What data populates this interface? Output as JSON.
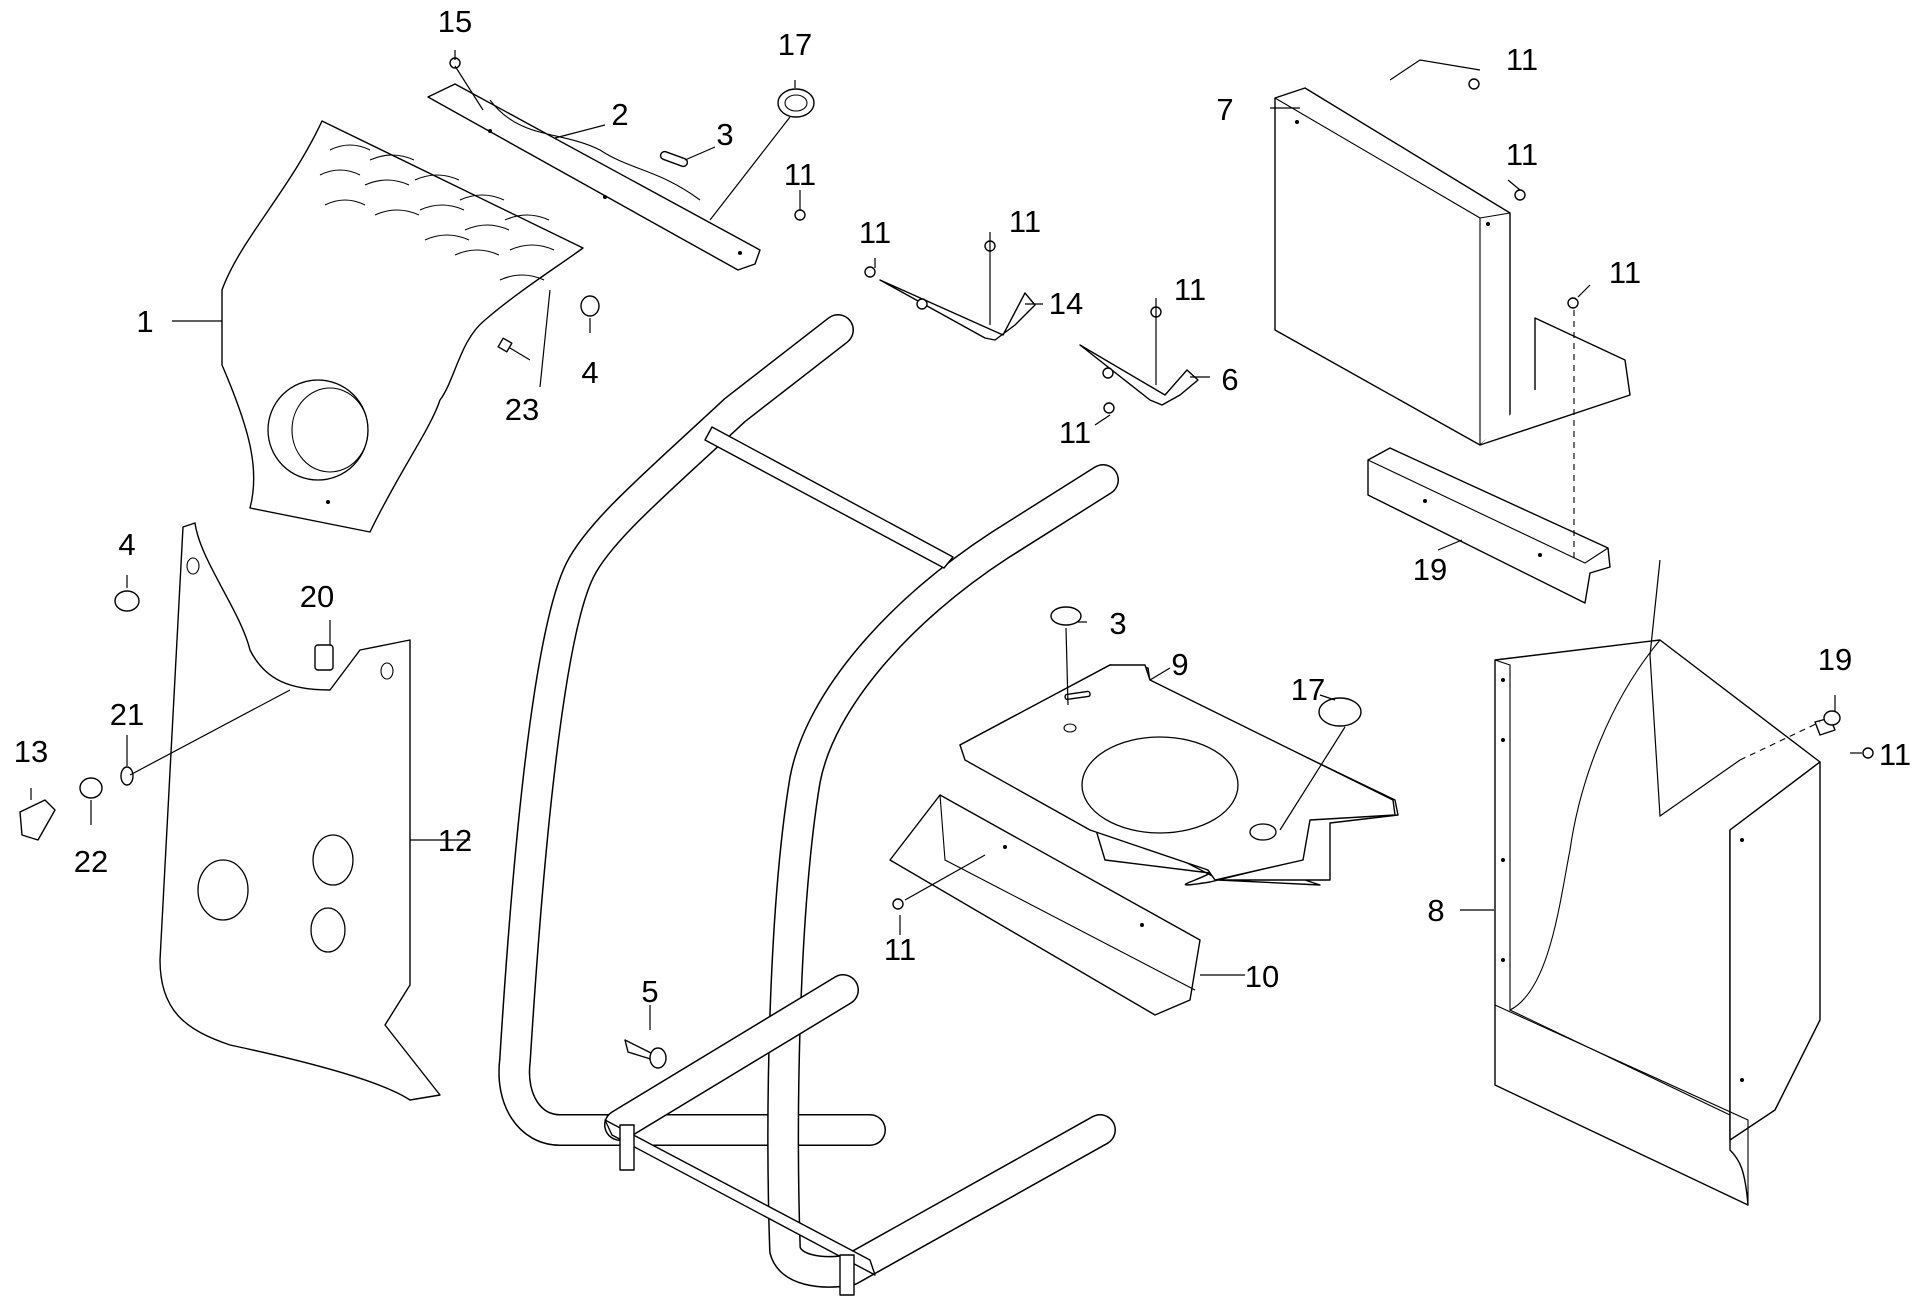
{
  "diagram": {
    "callouts": [
      {
        "id": "c1",
        "label": "1"
      },
      {
        "id": "c2",
        "label": "2"
      },
      {
        "id": "c3a",
        "label": "3"
      },
      {
        "id": "c4a",
        "label": "4"
      },
      {
        "id": "c15",
        "label": "15"
      },
      {
        "id": "c17a",
        "label": "17"
      },
      {
        "id": "c11a",
        "label": "11"
      },
      {
        "id": "c23",
        "label": "23"
      },
      {
        "id": "c11b",
        "label": "11"
      },
      {
        "id": "c11c",
        "label": "11"
      },
      {
        "id": "c14",
        "label": "14"
      },
      {
        "id": "c11d",
        "label": "11"
      },
      {
        "id": "c6",
        "label": "6"
      },
      {
        "id": "c11e",
        "label": "11"
      },
      {
        "id": "c7",
        "label": "7"
      },
      {
        "id": "c11f",
        "label": "11"
      },
      {
        "id": "c11g",
        "label": "11"
      },
      {
        "id": "c11h",
        "label": "11"
      },
      {
        "id": "c19a",
        "label": "19"
      },
      {
        "id": "c4b",
        "label": "4"
      },
      {
        "id": "c20",
        "label": "20"
      },
      {
        "id": "c21",
        "label": "21"
      },
      {
        "id": "c13",
        "label": "13"
      },
      {
        "id": "c22",
        "label": "22"
      },
      {
        "id": "c12",
        "label": "12"
      },
      {
        "id": "c3b",
        "label": "3"
      },
      {
        "id": "c9",
        "label": "9"
      },
      {
        "id": "c17b",
        "label": "17"
      },
      {
        "id": "c19b",
        "label": "19"
      },
      {
        "id": "c11i",
        "label": "11"
      },
      {
        "id": "c8",
        "label": "8"
      },
      {
        "id": "c11j",
        "label": "11"
      },
      {
        "id": "c10",
        "label": "10"
      },
      {
        "id": "c5",
        "label": "5"
      }
    ]
  }
}
